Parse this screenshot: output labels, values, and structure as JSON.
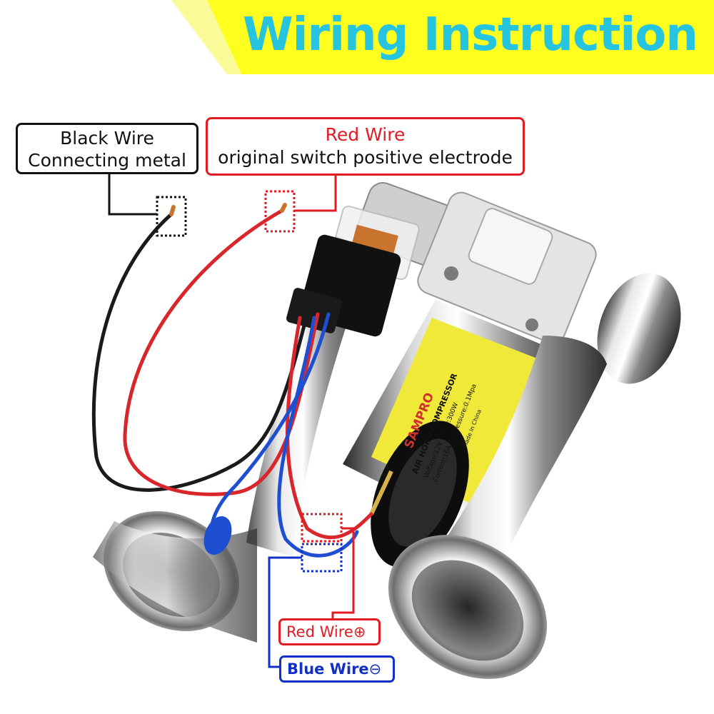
{
  "header": {
    "title": "Wiring Instruction",
    "colors": {
      "band": "#ffff1f",
      "title": "#27c4e0"
    }
  },
  "callouts": {
    "black_wire": {
      "line1": "Black Wire",
      "line2": "Connecting metal",
      "color": "#111111"
    },
    "red_wire": {
      "line1": "Red Wire",
      "line2": "original switch positive electrode",
      "color": "#e31b23"
    }
  },
  "terminal_tags": {
    "red": {
      "label": "Red Wire",
      "symbol": "⊕",
      "color": "#e31b23"
    },
    "blue": {
      "label": "Blue Wire",
      "symbol": "⊖",
      "color": "#1230c8"
    }
  },
  "device": {
    "label_lines": [
      "SAMPRO",
      "AIR HORN COMPRESSOR",
      "Voltage:12V   Power:300W",
      "Current:16A   Air Pressure:0.1Mpa",
      "Made in China"
    ]
  }
}
